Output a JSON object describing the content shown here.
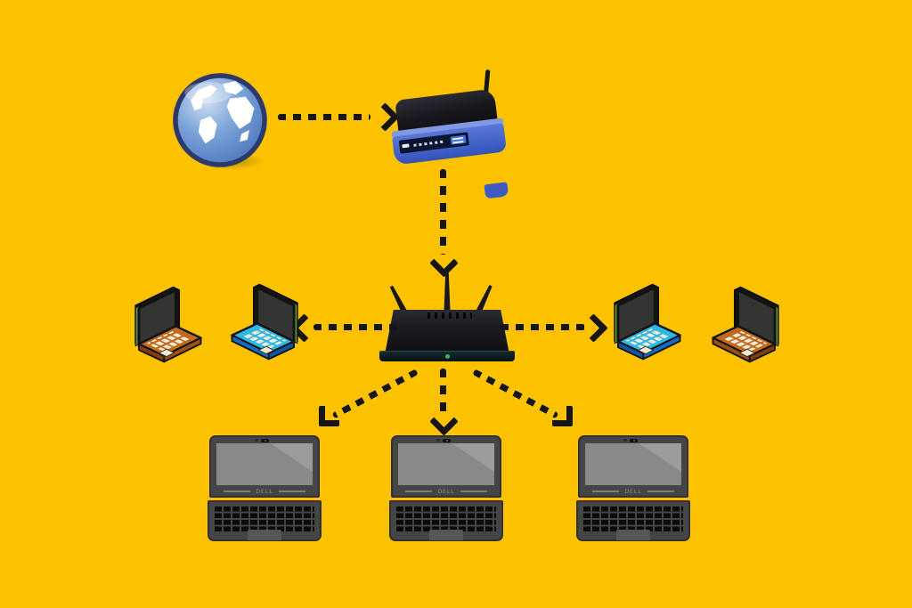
{
  "canvas": {
    "background_color": "#fcc200",
    "connector_color": "#161616",
    "connector_style": "dashed-arrow"
  },
  "nodes": {
    "internet_globe": {
      "icon": "globe-icon",
      "ocean_color": "#6a8fd0",
      "land_color": "#ffffff",
      "ring_color": "#2c3a6b"
    },
    "modem_router": {
      "icon": "wireless-modem-icon",
      "body_color": "#4e6ed2",
      "top_color": "#1d1d24",
      "panel_color": "#0c1530",
      "antenna_count": 1
    },
    "wifi_router": {
      "icon": "wifi-router-icon",
      "body_color": "#16161c",
      "led_color": "#35b36a",
      "antenna_count": 3
    },
    "mini_laptops": [
      {
        "icon": "laptop-icon",
        "side": "left",
        "order": 1,
        "base_color": "#c1691d",
        "facing": "right"
      },
      {
        "icon": "laptop-icon",
        "side": "left",
        "order": 2,
        "base_color": "#2bb7e7",
        "facing": "left"
      },
      {
        "icon": "laptop-icon",
        "side": "right",
        "order": 1,
        "base_color": "#2bb7e7",
        "facing": "right"
      },
      {
        "icon": "laptop-icon",
        "side": "right",
        "order": 2,
        "base_color": "#c1691d",
        "facing": "left"
      }
    ],
    "dell_laptops": [
      {
        "icon": "laptop-front-icon",
        "brand_label": "DELL",
        "shell_color": "#454545",
        "screen_color": "#898989"
      },
      {
        "icon": "laptop-front-icon",
        "brand_label": "DELL",
        "shell_color": "#454545",
        "screen_color": "#898989"
      },
      {
        "icon": "laptop-front-icon",
        "brand_label": "DELL",
        "shell_color": "#454545",
        "screen_color": "#898989"
      }
    ]
  },
  "connections": [
    {
      "from": "internet_globe",
      "to": "modem_router",
      "direction": "right"
    },
    {
      "from": "modem_router",
      "to": "wifi_router",
      "direction": "down"
    },
    {
      "from": "wifi_router",
      "to": "left_laptops",
      "direction": "left"
    },
    {
      "from": "wifi_router",
      "to": "right_laptops",
      "direction": "right"
    },
    {
      "from": "wifi_router",
      "to": "dell_laptop_1",
      "direction": "down-left"
    },
    {
      "from": "wifi_router",
      "to": "dell_laptop_2",
      "direction": "down"
    },
    {
      "from": "wifi_router",
      "to": "dell_laptop_3",
      "direction": "down-right"
    }
  ]
}
